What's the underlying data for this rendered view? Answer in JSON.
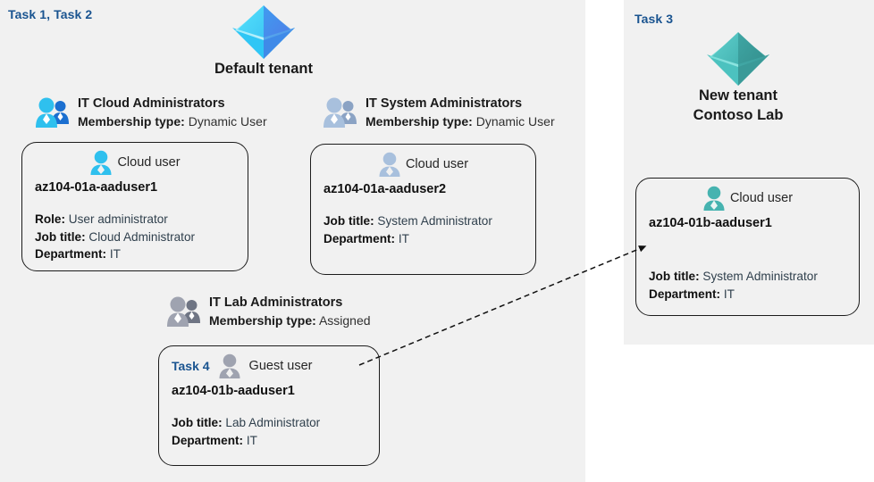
{
  "colors": {
    "panel_bg": "#f1f1f1",
    "task_blue": "#1a5490",
    "card_border": "#1c1c1c",
    "tenant_default_icon": "#3fc4f0",
    "tenant_new_icon": "#3fb3b0",
    "attr_text": "#30404d"
  },
  "left_panel": {
    "task_label": "Task 1, Task 2",
    "tenant": {
      "icon": "azure-tenant-icon",
      "name": "Default tenant"
    },
    "groups": [
      {
        "icon": "group-users-icon",
        "title": "IT Cloud Administrators",
        "meta_label": "Membership type:",
        "meta_value": "Dynamic User",
        "card": {
          "user_icon": "cloud-user-icon",
          "user_type": "Cloud user",
          "username": "az104-01a-aaduser1",
          "attributes": [
            {
              "label": "Role:",
              "value": "User administrator"
            },
            {
              "label": "Job title:",
              "value": "Cloud Administrator"
            },
            {
              "label": "Department:",
              "value": "IT"
            }
          ]
        }
      },
      {
        "icon": "group-users-icon",
        "title": "IT System Administrators",
        "meta_label": "Membership type:",
        "meta_value": "Dynamic User",
        "card": {
          "user_icon": "cloud-user-icon",
          "user_type": "Cloud user",
          "username": "az104-01a-aaduser2",
          "attributes": [
            {
              "label": "Job title:",
              "value": "System Administrator"
            },
            {
              "label": "Department:",
              "value": "IT"
            }
          ]
        }
      },
      {
        "icon": "group-users-icon",
        "title": "IT Lab Administrators",
        "meta_label": "Membership type:",
        "meta_value": "Assigned",
        "card": {
          "task_label": "Task 4",
          "user_icon": "guest-user-icon",
          "user_type": "Guest user",
          "username": "az104-01b-aaduser1",
          "attributes": [
            {
              "label": "Job title:",
              "value": "Lab Administrator"
            },
            {
              "label": "Department:",
              "value": "IT"
            }
          ]
        }
      }
    ]
  },
  "right_panel": {
    "task_label": "Task 3",
    "tenant": {
      "icon": "azure-tenant-icon",
      "name_line1": "New  tenant",
      "name_line2": "Contoso Lab"
    },
    "card": {
      "user_icon": "cloud-user-icon",
      "user_type": "Cloud user",
      "username": "az104-01b-aaduser1",
      "attributes": [
        {
          "label": "Job title:",
          "value": "System Administrator"
        },
        {
          "label": "Department:",
          "value": "IT"
        }
      ]
    }
  },
  "connector": {
    "name": "guest-to-new-tenant-arrow",
    "style": "dashed-arrow"
  }
}
